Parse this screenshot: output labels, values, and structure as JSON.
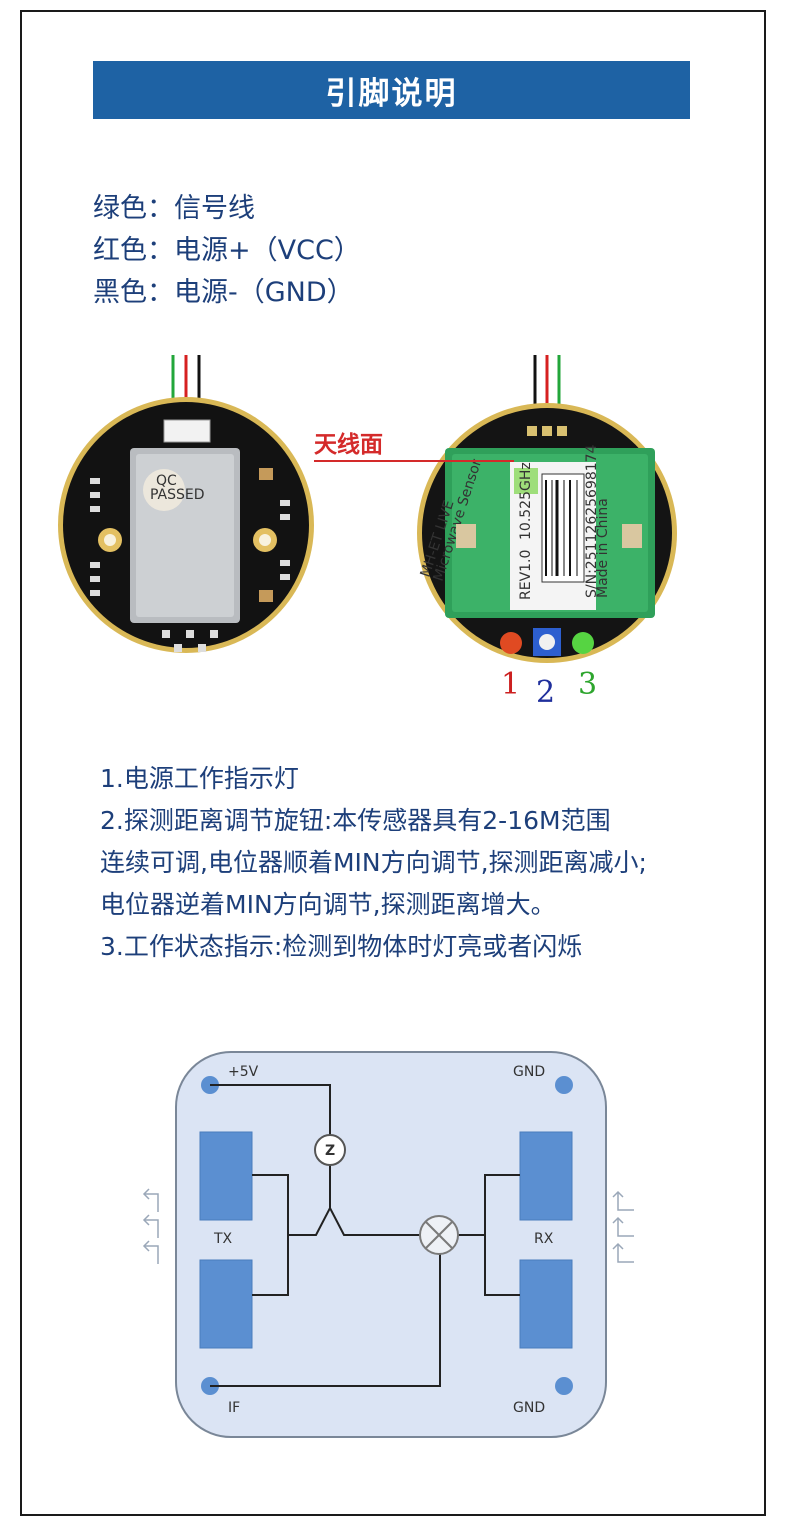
{
  "title": "引脚说明",
  "wires": [
    "绿色：信号线",
    "红色：电源+（VCC）",
    "黑色：电源-（GND）"
  ],
  "photo": {
    "antenna_label": "天线面",
    "qc_text": "QC",
    "passed_text": "PASSED",
    "board_name": "MH-ET LIVE",
    "board_sub": "Microwave Sensor",
    "rev_text": "REV1.0",
    "freq_text": "10.525GHz",
    "sn_text": "S/N:25112625698174",
    "made_text": "Made in China",
    "marker_1": "1",
    "marker_2": "2",
    "marker_3": "3"
  },
  "description": [
    "1.电源工作指示灯",
    "2.探测距离调节旋钮:本传感器具有2-16M范围",
    "连续可调,电位器顺着MIN方向调节,探测距离减小;",
    "电位器逆着MIN方向调节,探测距离增大。",
    "3.工作状态指示:检测到物体时灯亮或者闪烁"
  ],
  "diagram": {
    "vcc": "+5V",
    "gnd_top": "GND",
    "gnd_bottom": "GND",
    "if": "IF",
    "tx": "TX",
    "rx": "RX",
    "z": "Z"
  },
  "colors": {
    "title_bg": "#1e62a4",
    "text": "#1d3f7a",
    "diagram_bg": "#dbe4f4",
    "antenna": "#5b8fd1",
    "pcb_green": "#2fa05a"
  }
}
